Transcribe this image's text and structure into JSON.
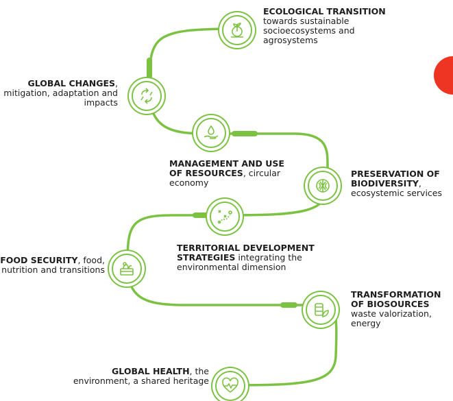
{
  "colors": {
    "path": "#7cc242",
    "accent": "#ee3524",
    "text": "#1d1d1d"
  },
  "items": [
    {
      "icon": "plant-globe-icon",
      "title": "ECOLOGICAL TRANSITION",
      "rest": "towards sustainable socioecosystems and agrosystems"
    },
    {
      "icon": "cycle-arrows-icon",
      "title": "GLOBAL CHANGES",
      "rest": ", mitigation, adaptation and impacts"
    },
    {
      "icon": "water-hand-icon",
      "title": "MANAGEMENT AND USE OF RESOURCES",
      "rest": ", circular economy"
    },
    {
      "icon": "biodiversity-icon",
      "title": "PRESERVATION OF BIODIVERSITY",
      "rest": ", ecosystemic services"
    },
    {
      "icon": "strategy-icon",
      "title": "TERRITORIAL DEVELOPMENT STRATEGIES",
      "rest": " integrating the environmental dimension"
    },
    {
      "icon": "food-basket-icon",
      "title": "FOOD SECURITY",
      "rest": ", food, nutrition and transitions"
    },
    {
      "icon": "biosource-icon",
      "title": "TRANSFORMATION OF BIOSOURCES",
      "rest": " waste valorization, energy"
    },
    {
      "icon": "heart-health-icon",
      "title": "GLOBAL HEALTH",
      "rest": ", the environment, a shared heritage"
    }
  ]
}
